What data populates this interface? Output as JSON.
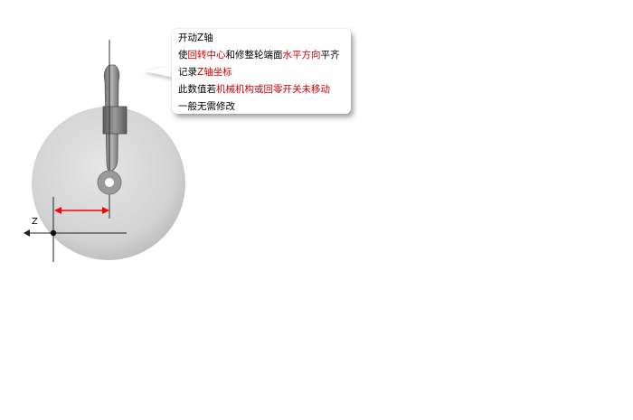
{
  "callout": {
    "line1": "开动Z轴",
    "line2": {
      "a": "使",
      "b": "回转中心",
      "c": "和修整轮端面",
      "d": "水平方向",
      "e": "平齐"
    },
    "line3": {
      "a": "记录",
      "b": "Z轴坐标"
    },
    "line4": {
      "a": "此数值若",
      "b": "机械机构或回零开关未移动"
    },
    "line5": "一般无需修改"
  },
  "axis_label": "Z",
  "colors": {
    "highlight": "#cc0000",
    "disc": "#d6d6d6",
    "arrow": "#ff0000"
  }
}
